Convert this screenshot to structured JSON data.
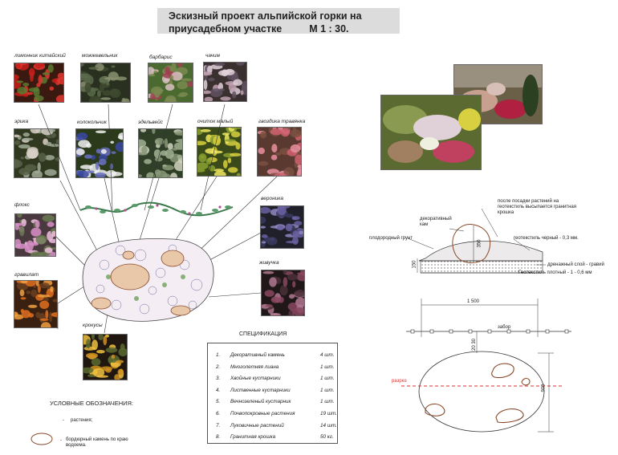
{
  "title": {
    "line1": "Эскизный проект альпийской горки на",
    "line2": "приусадебном участке",
    "scale": "М   1 : 30."
  },
  "plants": [
    {
      "label": "лимонник китайский",
      "colors": [
        "#3a1a10",
        "#c8201a",
        "#e03a30",
        "#5a7a30"
      ]
    },
    {
      "label": "можжевельник",
      "colors": [
        "#2a3020",
        "#5a6a4a",
        "#8a9070",
        "#3e4a30"
      ]
    },
    {
      "label": "барбарис",
      "colors": [
        "#4a6a30",
        "#a04050",
        "#d8c0c0",
        "#7a8a50"
      ]
    },
    {
      "label": "чачим",
      "colors": [
        "#3a3030",
        "#c0a0b0",
        "#e0d0d8",
        "#605060"
      ]
    },
    {
      "label": "эрика",
      "colors": [
        "#303820",
        "#d8d0c8",
        "#a0a898",
        "#586048"
      ]
    },
    {
      "label": "колокольчик",
      "colors": [
        "#2a3a1a",
        "#6a70c0",
        "#3a48a0",
        "#f0f0f0"
      ]
    },
    {
      "label": "эдельвейс",
      "colors": [
        "#304028",
        "#d0d4c0",
        "#8a9878",
        "#a0b090"
      ]
    },
    {
      "label": "очиток малый",
      "colors": [
        "#3a4a18",
        "#d8d040",
        "#8aa030",
        "#f0e860"
      ]
    },
    {
      "label": "гвоздика травянка",
      "colors": [
        "#5a3a30",
        "#d06070",
        "#e890a0",
        "#7a5040"
      ]
    },
    {
      "label": "флокс",
      "colors": [
        "#4a3a40",
        "#d890c8",
        "#f0c0e0",
        "#6a7a50"
      ]
    },
    {
      "label": "вероника",
      "colors": [
        "#20202a",
        "#6a60a0",
        "#3a3a60",
        "#9088c0"
      ]
    },
    {
      "label": "гравилат",
      "colors": [
        "#3a2010",
        "#e07020",
        "#f0a040",
        "#6a4020"
      ]
    },
    {
      "label": "живучка",
      "colors": [
        "#201818",
        "#8a4860",
        "#b07890",
        "#4a3038"
      ]
    },
    {
      "label": "крокусы",
      "colors": [
        "#201810",
        "#d09020",
        "#f0c040",
        "#5a6a30"
      ]
    }
  ],
  "cross_section": {
    "label_after": "после посадки растений на геотекстиль высыпается гранитная крошка",
    "label_stone": "декоративный кам",
    "label_soil": "плодородный грунт",
    "label_geo_black": "геотекстиль черный - 0,3 мм.",
    "label_drain": "дренажный слой - гравий",
    "label_geo_dense": "Геотекстиль плотный - 1 - 0,6 мм",
    "dim_150": "150",
    "dim_350": "350"
  },
  "plan": {
    "dim_width": "1 500",
    "label_fence": "забор",
    "dim_side": "20 30",
    "label_cut": "разрез",
    "dim_height": "900"
  },
  "spec": {
    "heading": "СПЕЦИФИКАЦИЯ",
    "rows": [
      {
        "num": "1.",
        "name": "Декоративный  камень",
        "qty": "4 шт."
      },
      {
        "num": "2.",
        "name": "Многолетняя лиана",
        "qty": "1 шт."
      },
      {
        "num": "3.",
        "name": "Хвойные кустарники",
        "qty": "1 шт."
      },
      {
        "num": "4.",
        "name": "Лиственные кустарники",
        "qty": "1 шт."
      },
      {
        "num": "5.",
        "name": "Вечнозеленый кустарник",
        "qty": "1 шт."
      },
      {
        "num": "6.",
        "name": "Почвопокровные растения",
        "qty": "19 шт."
      },
      {
        "num": "7.",
        "name": "Луковичные растений",
        "qty": "14 шт."
      },
      {
        "num": "8.",
        "name": "Гранитная крошка",
        "qty": "50 кг."
      }
    ]
  },
  "legend": {
    "title": "УСЛОВНЫЕ ОБОЗНАЧЕНИЯ:",
    "plants": "растения;",
    "stone_line1": "бордюрный камень по краю",
    "stone_line2": "водоема.",
    "plant_mark": "-",
    "stone_mark": "-"
  },
  "colors": {
    "title_bg": "#dcdcdc",
    "stone_fill": "#e8c8a8",
    "stone_stroke": "#8a4a2a",
    "cut_line": "#e03030"
  }
}
